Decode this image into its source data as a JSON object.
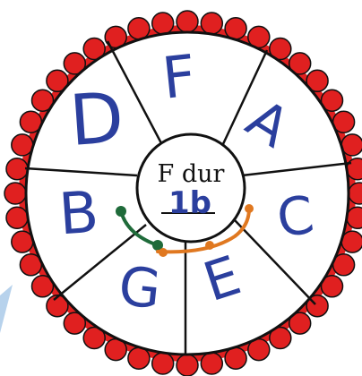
{
  "colors": {
    "scallop_fill": "#e02020",
    "scallop_outline": "#111111",
    "ring_stroke": "#111111",
    "note_letters": "#2b3f9e",
    "center_title": "#111111",
    "green_arc": "#1f6b3a",
    "orange_arc": "#e07820",
    "corner_shape": "#9fc3e6"
  },
  "wheel": {
    "segment_letters": [
      "F",
      "A",
      "C",
      "E",
      "G",
      "B",
      "D"
    ]
  },
  "center": {
    "key_name": "F dur",
    "fraction_text": "1b"
  },
  "icons": {
    "scallop": "scalloped-border",
    "corner": "blue-triangle-shape"
  }
}
